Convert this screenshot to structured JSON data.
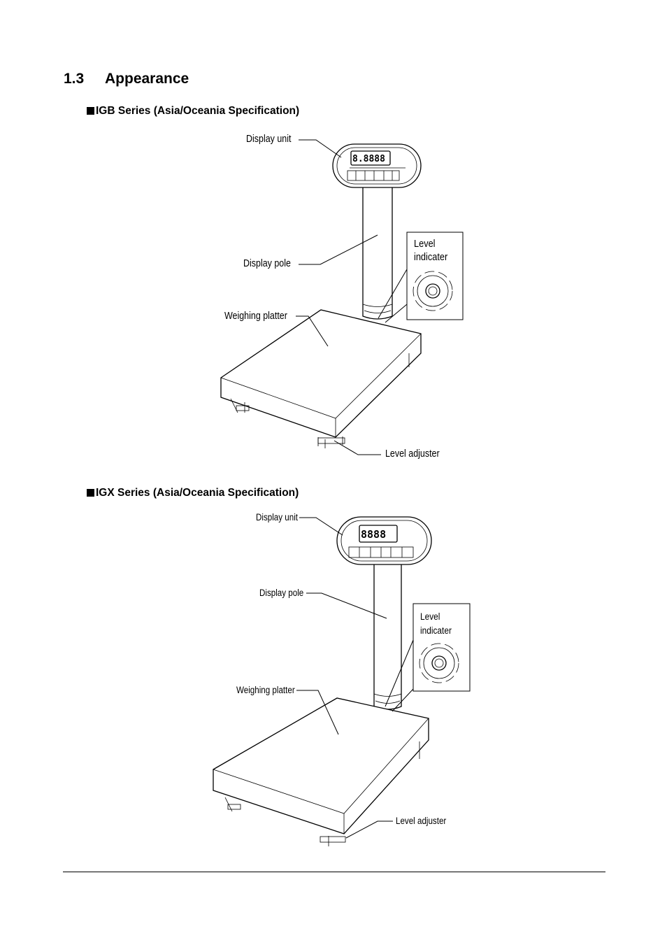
{
  "section": {
    "number": "1.3",
    "title": "Appearance"
  },
  "figures": [
    {
      "heading": "IGB Series (Asia/Oceania Specification)",
      "labels": {
        "display_unit": "Display unit",
        "display_pole": "Display pole",
        "weighing_platter": "Weighing platter",
        "level_adjuster": "Level adjuster",
        "level_indicator": [
          "Level",
          "indicater"
        ]
      }
    },
    {
      "heading": "IGX Series (Asia/Oceania Specification)",
      "labels": {
        "display_unit": "Display unit",
        "display_pole": "Display pole",
        "weighing_platter": "Weighing platter",
        "level_adjuster": "Level adjuster",
        "level_indicator": [
          "Level",
          "indicater"
        ]
      }
    }
  ]
}
